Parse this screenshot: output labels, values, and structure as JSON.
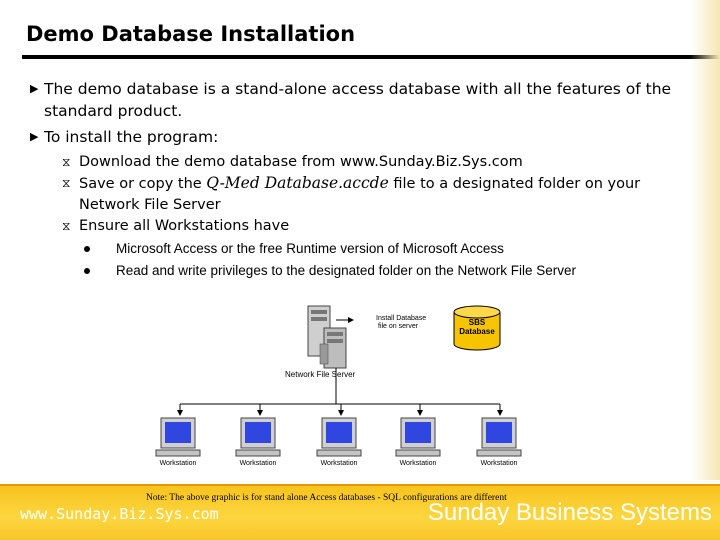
{
  "slide": {
    "title": "Demo Database Installation",
    "bullets": [
      {
        "text": "The demo database is a stand-alone access database with all the features of the standard product."
      },
      {
        "text": "To install the program:"
      }
    ],
    "sub_bullets": {
      "download": "Download the demo database from www.Sunday.Biz.Sys.com",
      "save_before": "Save or copy the ",
      "save_file": "Q-Med Database.accde",
      "save_after": " file to a designated folder on your Network File Server",
      "ensure": "Ensure all Workstations have"
    },
    "requirements": [
      "Microsoft Access or the free Runtime version of Microsoft Access",
      "Read and write privileges to the designated folder on the Network File Server"
    ]
  },
  "diagram": {
    "install_label_line1": "Install Database",
    "install_label_line2": "file on server",
    "db_label_line1": "SBS",
    "db_label_line2": "Database",
    "server_label": "Network File Server",
    "workstation_label": "Workstation",
    "colors": {
      "db": "#f6c400",
      "screen": "#2f47e0"
    }
  },
  "footer": {
    "note": "Note:  The above graphic is for stand alone Access databases - SQL configurations are different",
    "url": "www.Sunday.Biz.Sys.com",
    "brand": "Sunday Business Systems",
    "color": "#f7c21c"
  }
}
